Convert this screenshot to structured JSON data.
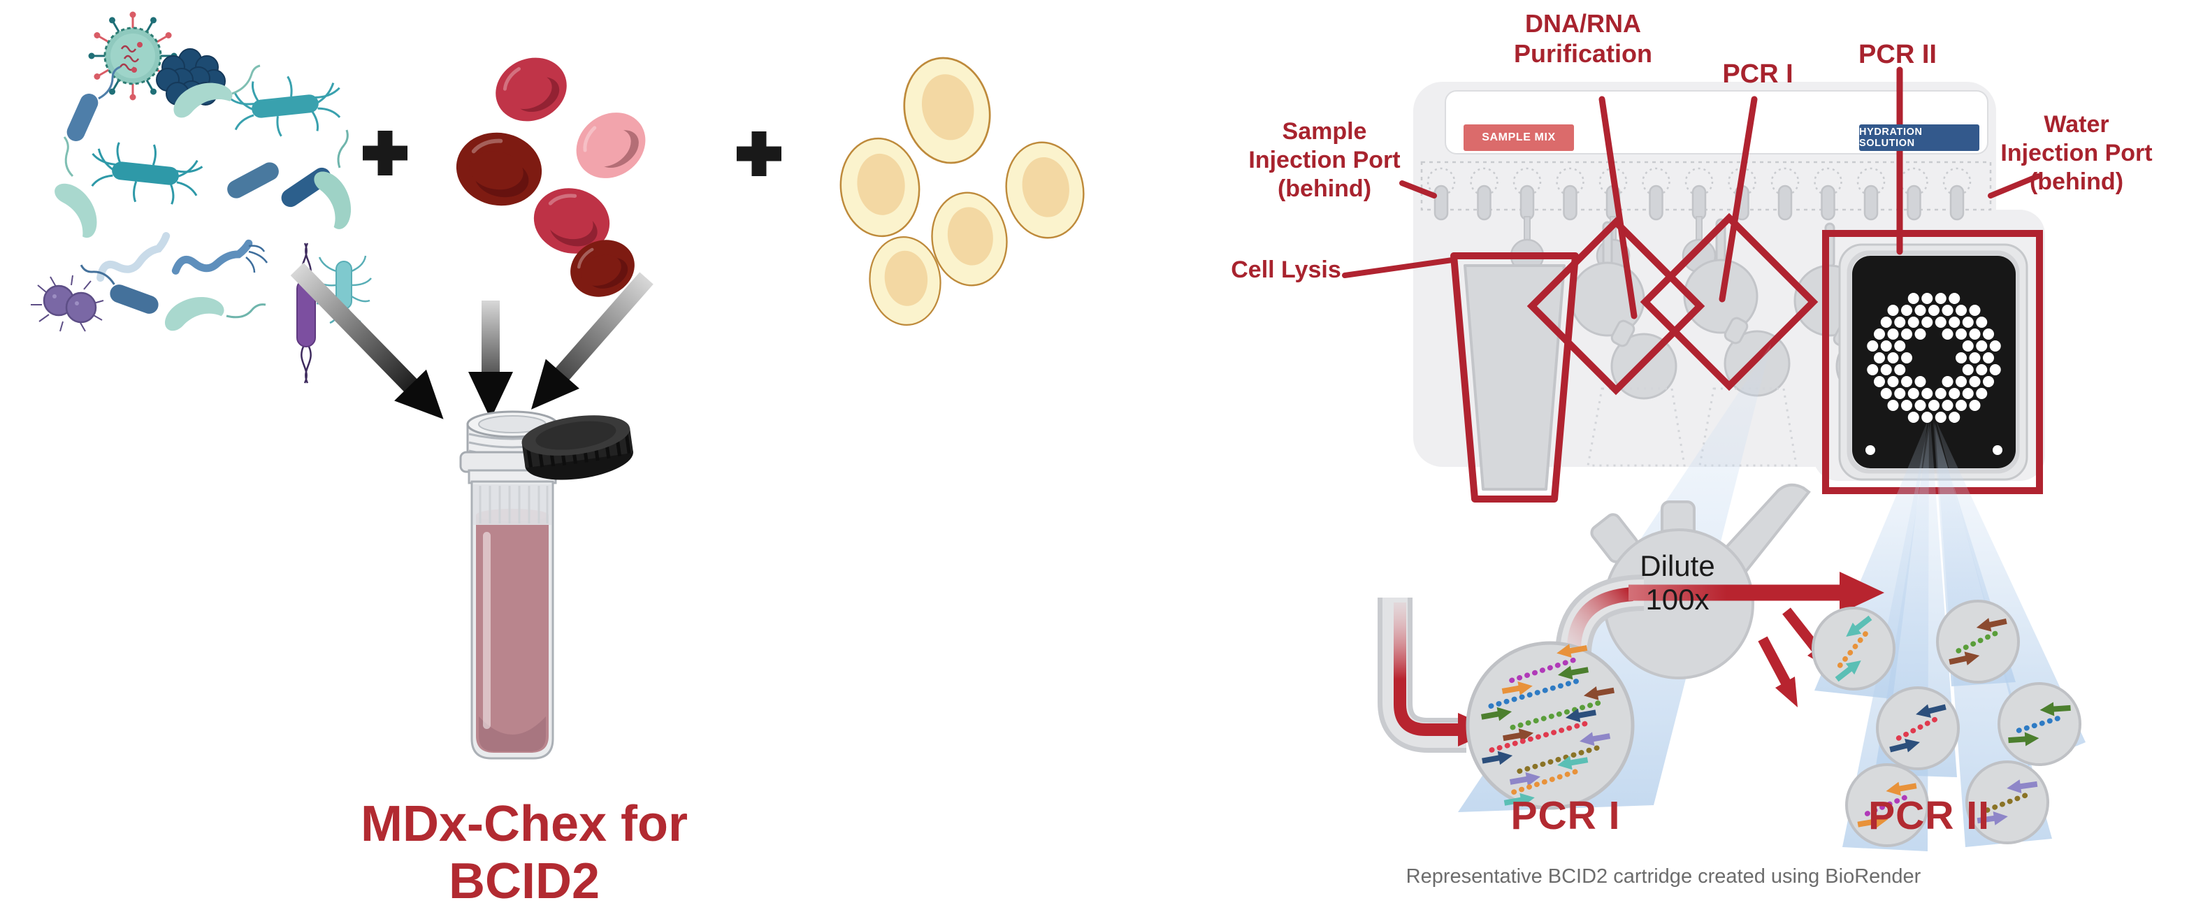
{
  "left": {
    "plus_sign": "+",
    "title": "MDx-Chex for BCID2"
  },
  "right": {
    "labels": {
      "dna_rna_line1": "DNA/RNA",
      "dna_rna_line2": "Purification",
      "pcr1_top": "PCR I",
      "pcr2_top": "PCR II",
      "sample_port_line1": "Sample",
      "sample_port_line2": "Injection Port",
      "sample_port_line3": "(behind)",
      "water_port_line1": "Water",
      "water_port_line2": "Injection Port",
      "water_port_line3": "(behind)",
      "cell_lysis": "Cell Lysis",
      "dilute": "Dilute 100x",
      "pcr1_bottom": "PCR I",
      "pcr2_bottom": "PCR II"
    },
    "badges": {
      "sample_mix": "SAMPLE MIX",
      "hydration_solution": "HYDRATION SOLUTION"
    },
    "caption": "Representative BCID2 cartridge created using BioRender"
  },
  "colors": {
    "label_red": "#A8232E",
    "outline_red": "#B02330",
    "title_red": "#B22A31",
    "badge_salmon": "#DB6B6B",
    "badge_blue": "#33598C",
    "caption_gray": "#6C6C6C",
    "cartridge_gray": "#EFEFF1",
    "shape_gray": "#D6D8DB",
    "module_black": "#171717",
    "arrow_red": "#B8242F",
    "beam_blue": "#AECBEA",
    "liquid_mauve": "#B9858D"
  },
  "pcr1_primers": [
    {
      "dot": "#B03AB8",
      "arrow": "#E8923A"
    },
    {
      "dot": "#2E7BC4",
      "arrow": "#4C7F2E"
    },
    {
      "dot": "#5A9E3A",
      "arrow": "#8B4A2F"
    },
    {
      "dot": "#E03A4E",
      "arrow": "#2C4F7C"
    },
    {
      "dot": "#8A7326",
      "arrow": "#8E86C8"
    },
    {
      "dot": "#E8923A",
      "arrow": "#5BBFB5"
    }
  ],
  "pcr2_wells": [
    {
      "dot": "#E8923A",
      "arrow": "#5BBFB5"
    },
    {
      "dot": "#5A9E3A",
      "arrow": "#8B4A2F"
    },
    {
      "dot": "#E03A4E",
      "arrow": "#2C4F7C"
    },
    {
      "dot": "#2E7BC4",
      "arrow": "#4C7F2E"
    },
    {
      "dot": "#B03AB8",
      "arrow": "#E8923A"
    },
    {
      "dot": "#8A7326",
      "arrow": "#8E86C8"
    }
  ],
  "ports": {
    "count": 13
  }
}
